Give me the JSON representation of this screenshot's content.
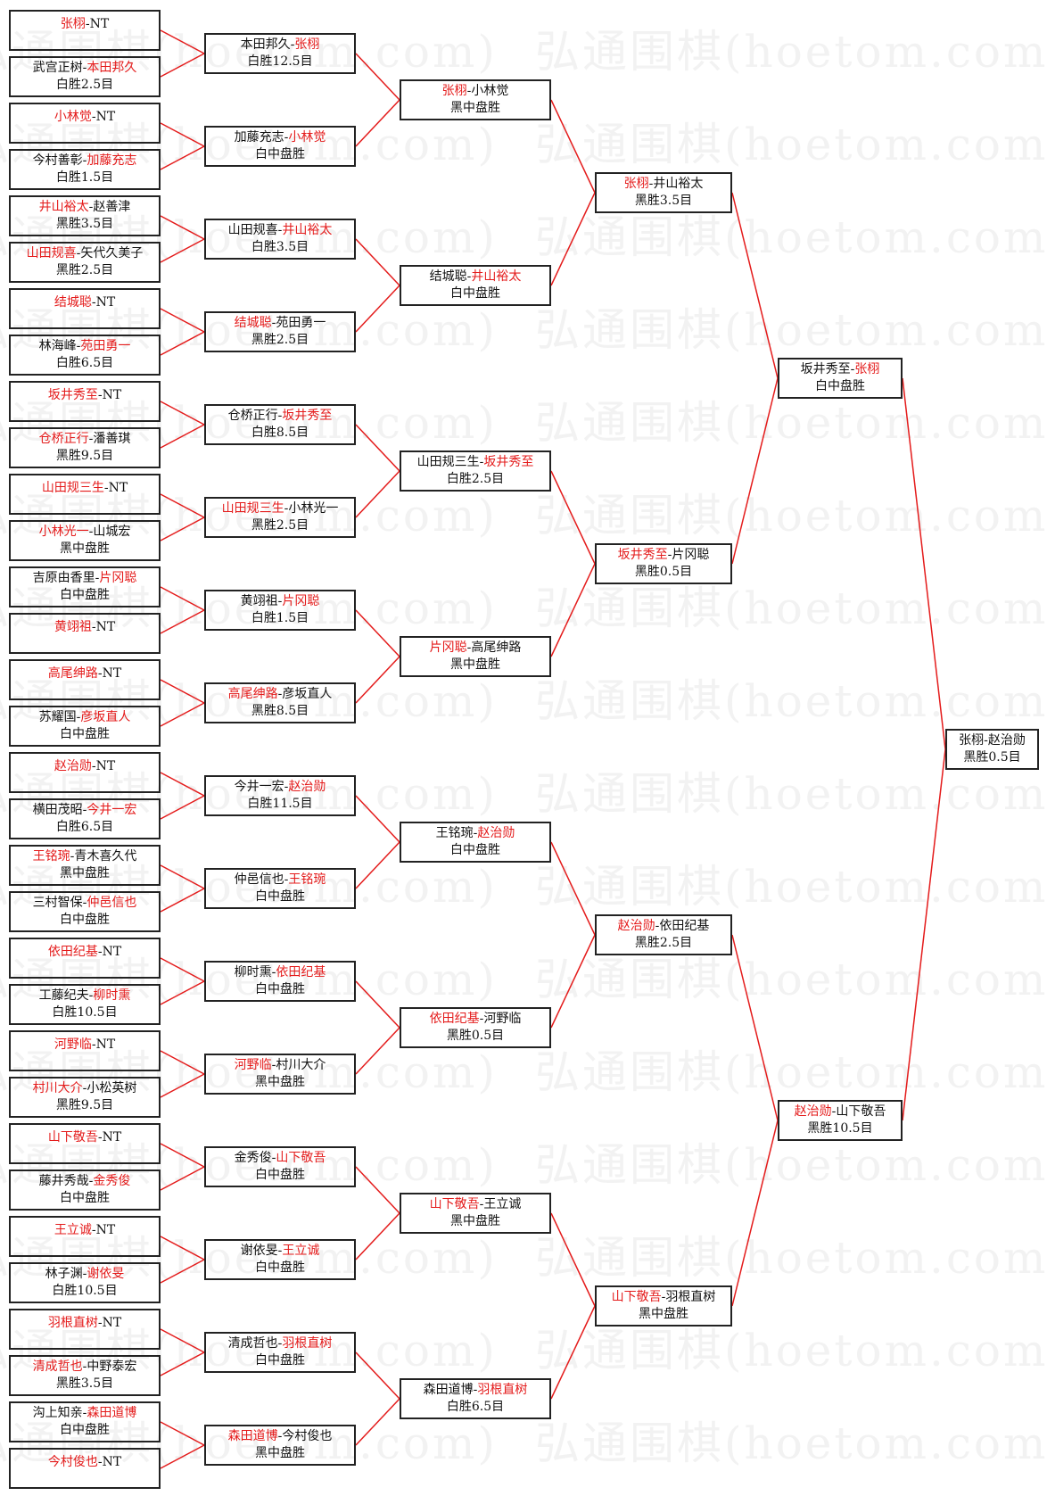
{
  "watermark_text": "弘通围棋(hoetom.com)",
  "colors": {
    "winner": "#e41b1b",
    "text": "#111111",
    "line": "#e41b1b",
    "border": "#222222"
  },
  "rounds": [
    [
      {
        "a": "张栩",
        "b": "NT",
        "winner": "a",
        "result": ""
      },
      {
        "a": "武宫正树",
        "b": "本田邦久",
        "winner": "b",
        "result": "白胜2.5目"
      },
      {
        "a": "小林觉",
        "b": "NT",
        "winner": "a",
        "result": ""
      },
      {
        "a": "今村善彰",
        "b": "加藤充志",
        "winner": "b",
        "result": "白胜1.5目"
      },
      {
        "a": "井山裕太",
        "b": "赵善津",
        "winner": "a",
        "result": "黑胜3.5目"
      },
      {
        "a": "山田规喜",
        "b": "矢代久美子",
        "winner": "a",
        "result": "黑胜2.5目"
      },
      {
        "a": "结城聪",
        "b": "NT",
        "winner": "a",
        "result": ""
      },
      {
        "a": "林海峰",
        "b": "苑田勇一",
        "winner": "b",
        "result": "白胜6.5目"
      },
      {
        "a": "坂井秀至",
        "b": "NT",
        "winner": "a",
        "result": ""
      },
      {
        "a": "仓桥正行",
        "b": "潘善琪",
        "winner": "a",
        "result": "黑胜9.5目"
      },
      {
        "a": "山田规三生",
        "b": "NT",
        "winner": "a",
        "result": ""
      },
      {
        "a": "小林光一",
        "b": "山城宏",
        "winner": "a",
        "result": "黑中盘胜"
      },
      {
        "a": "吉原由香里",
        "b": "片冈聪",
        "winner": "b",
        "result": "白中盘胜"
      },
      {
        "a": "黄翊祖",
        "b": "NT",
        "winner": "a",
        "result": ""
      },
      {
        "a": "高尾绅路",
        "b": "NT",
        "winner": "a",
        "result": ""
      },
      {
        "a": "苏耀国",
        "b": "彦坂直人",
        "winner": "b",
        "result": "白中盘胜"
      },
      {
        "a": "赵治勋",
        "b": "NT",
        "winner": "a",
        "result": ""
      },
      {
        "a": "横田茂昭",
        "b": "今井一宏",
        "winner": "b",
        "result": "白胜6.5目"
      },
      {
        "a": "王铭琬",
        "b": "青木喜久代",
        "winner": "a",
        "result": "黑中盘胜"
      },
      {
        "a": "三村智保",
        "b": "仲邑信也",
        "winner": "b",
        "result": "白中盘胜"
      },
      {
        "a": "依田纪基",
        "b": "NT",
        "winner": "a",
        "result": ""
      },
      {
        "a": "工藤纪夫",
        "b": "柳时熏",
        "winner": "b",
        "result": "白胜10.5目"
      },
      {
        "a": "河野临",
        "b": "NT",
        "winner": "a",
        "result": ""
      },
      {
        "a": "村川大介",
        "b": "小松英树",
        "winner": "a",
        "result": "黑胜9.5目"
      },
      {
        "a": "山下敬吾",
        "b": "NT",
        "winner": "a",
        "result": ""
      },
      {
        "a": "藤井秀哉",
        "b": "金秀俊",
        "winner": "b",
        "result": "白中盘胜"
      },
      {
        "a": "王立诚",
        "b": "NT",
        "winner": "a",
        "result": ""
      },
      {
        "a": "林子渊",
        "b": "谢依旻",
        "winner": "b",
        "result": "白胜10.5目"
      },
      {
        "a": "羽根直树",
        "b": "NT",
        "winner": "a",
        "result": ""
      },
      {
        "a": "清成哲也",
        "b": "中野泰宏",
        "winner": "a",
        "result": "黑胜3.5目"
      },
      {
        "a": "沟上知亲",
        "b": "森田道博",
        "winner": "b",
        "result": "白中盘胜"
      },
      {
        "a": "今村俊也",
        "b": "NT",
        "winner": "a",
        "result": ""
      }
    ],
    [
      {
        "a": "本田邦久",
        "b": "张栩",
        "winner": "b",
        "result": "白胜12.5目"
      },
      {
        "a": "加藤充志",
        "b": "小林觉",
        "winner": "b",
        "result": "白中盘胜"
      },
      {
        "a": "山田规喜",
        "b": "井山裕太",
        "winner": "b",
        "result": "白胜3.5目"
      },
      {
        "a": "结城聪",
        "b": "苑田勇一",
        "winner": "a",
        "result": "黑胜2.5目"
      },
      {
        "a": "仓桥正行",
        "b": "坂井秀至",
        "winner": "b",
        "result": "白胜8.5目"
      },
      {
        "a": "山田规三生",
        "b": "小林光一",
        "winner": "a",
        "result": "黑胜2.5目"
      },
      {
        "a": "黄翊祖",
        "b": "片冈聪",
        "winner": "b",
        "result": "白胜1.5目"
      },
      {
        "a": "高尾绅路",
        "b": "彦坂直人",
        "winner": "a",
        "result": "黑胜8.5目"
      },
      {
        "a": "今井一宏",
        "b": "赵治勋",
        "winner": "b",
        "result": "白胜11.5目"
      },
      {
        "a": "仲邑信也",
        "b": "王铭琬",
        "winner": "b",
        "result": "白中盘胜"
      },
      {
        "a": "柳时熏",
        "b": "依田纪基",
        "winner": "b",
        "result": "白中盘胜"
      },
      {
        "a": "河野临",
        "b": "村川大介",
        "winner": "a",
        "result": "黑中盘胜"
      },
      {
        "a": "金秀俊",
        "b": "山下敬吾",
        "winner": "b",
        "result": "白中盘胜"
      },
      {
        "a": "谢依旻",
        "b": "王立诚",
        "winner": "b",
        "result": "白中盘胜"
      },
      {
        "a": "清成哲也",
        "b": "羽根直树",
        "winner": "b",
        "result": "白中盘胜"
      },
      {
        "a": "森田道博",
        "b": "今村俊也",
        "winner": "a",
        "result": "黑中盘胜"
      }
    ],
    [
      {
        "a": "张栩",
        "b": "小林觉",
        "winner": "a",
        "result": "黑中盘胜"
      },
      {
        "a": "结城聪",
        "b": "井山裕太",
        "winner": "b",
        "result": "白中盘胜"
      },
      {
        "a": "山田规三生",
        "b": "坂井秀至",
        "winner": "b",
        "result": "白胜2.5目"
      },
      {
        "a": "片冈聪",
        "b": "高尾绅路",
        "winner": "a",
        "result": "黑中盘胜"
      },
      {
        "a": "王铭琬",
        "b": "赵治勋",
        "winner": "b",
        "result": "白中盘胜"
      },
      {
        "a": "依田纪基",
        "b": "河野临",
        "winner": "a",
        "result": "黑胜0.5目"
      },
      {
        "a": "山下敬吾",
        "b": "王立诚",
        "winner": "a",
        "result": "黑中盘胜"
      },
      {
        "a": "森田道博",
        "b": "羽根直树",
        "winner": "b",
        "result": "白胜6.5目"
      }
    ],
    [
      {
        "a": "张栩",
        "b": "井山裕太",
        "winner": "a",
        "result": "黑胜3.5目"
      },
      {
        "a": "坂井秀至",
        "b": "片冈聪",
        "winner": "a",
        "result": "黑胜0.5目"
      },
      {
        "a": "赵治勋",
        "b": "依田纪基",
        "winner": "a",
        "result": "黑胜2.5目"
      },
      {
        "a": "山下敬吾",
        "b": "羽根直树",
        "winner": "a",
        "result": "黑中盘胜"
      }
    ],
    [
      {
        "a": "坂井秀至",
        "b": "张栩",
        "winner": "b",
        "result": "白中盘胜"
      },
      {
        "a": "赵治勋",
        "b": "山下敬吾",
        "winner": "a",
        "result": "黑胜10.5目"
      }
    ],
    [
      {
        "a": "张栩",
        "b": "赵治勋",
        "winner": "",
        "result": "黑胜0.5目"
      }
    ]
  ]
}
